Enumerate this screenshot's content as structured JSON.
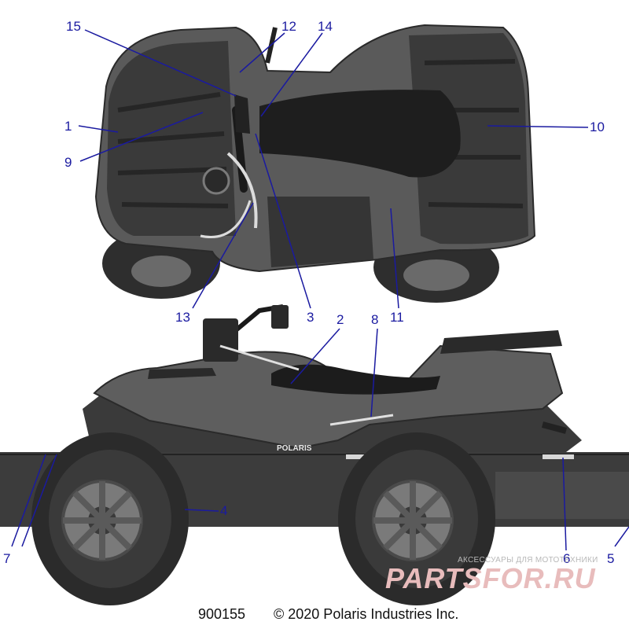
{
  "callouts": [
    {
      "id": "1",
      "label": "1"
    },
    {
      "id": "2",
      "label": "2"
    },
    {
      "id": "3",
      "label": "3"
    },
    {
      "id": "4",
      "label": "4"
    },
    {
      "id": "5",
      "label": "5"
    },
    {
      "id": "6",
      "label": "6"
    },
    {
      "id": "7",
      "label": "7"
    },
    {
      "id": "8",
      "label": "8"
    },
    {
      "id": "9",
      "label": "9"
    },
    {
      "id": "10",
      "label": "10"
    },
    {
      "id": "11",
      "label": "11"
    },
    {
      "id": "12",
      "label": "12"
    },
    {
      "id": "13",
      "label": "13"
    },
    {
      "id": "14",
      "label": "14"
    },
    {
      "id": "15",
      "label": "15"
    }
  ],
  "footer": {
    "diagram_number": "900155",
    "copyright": "© 2020 Polaris Industries Inc."
  },
  "vehicle_text": {
    "brand_decal": "POLARIS"
  },
  "watermark": {
    "tagline": "АКСЕССУАРЫ ДЛЯ МОТОТЕХНИКИ",
    "logo": "PARTSFOR.RU"
  },
  "colors": {
    "callout": "#1a1aa0",
    "body_dark": "#3a3a3a",
    "body_mid": "#5e5e5e",
    "tire": "#2a2a2a",
    "watermark": "#e8bcbc"
  }
}
